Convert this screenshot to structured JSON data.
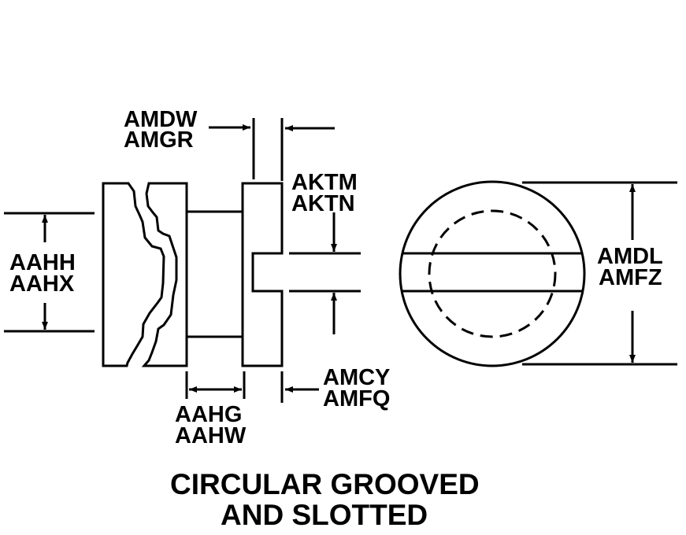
{
  "labels": {
    "amdw": "AMDW",
    "amgr": "AMGR",
    "aktm": "AKTM",
    "aktn": "AKTN",
    "aahh": "AAHH",
    "aahx": "AAHX",
    "amdl": "AMDL",
    "amfz": "AMFZ",
    "amcy": "AMCY",
    "amfq": "AMFQ",
    "aahg": "AAHG",
    "aahw": "AAHW"
  },
  "title": {
    "line1": "CIRCULAR GROOVED",
    "line2": "AND SLOTTED"
  }
}
